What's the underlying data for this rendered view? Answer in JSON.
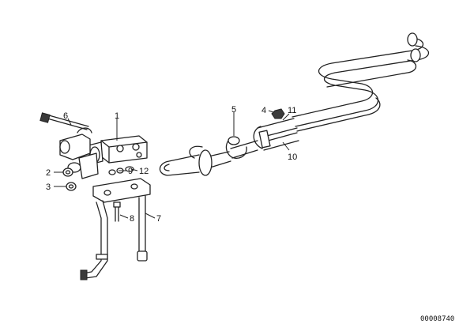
{
  "diagram": {
    "callouts": [
      "1",
      "2",
      "3",
      "4",
      "5",
      "6",
      "7",
      "8",
      "9",
      "10",
      "11",
      "12"
    ],
    "reference_code": "00008740"
  }
}
